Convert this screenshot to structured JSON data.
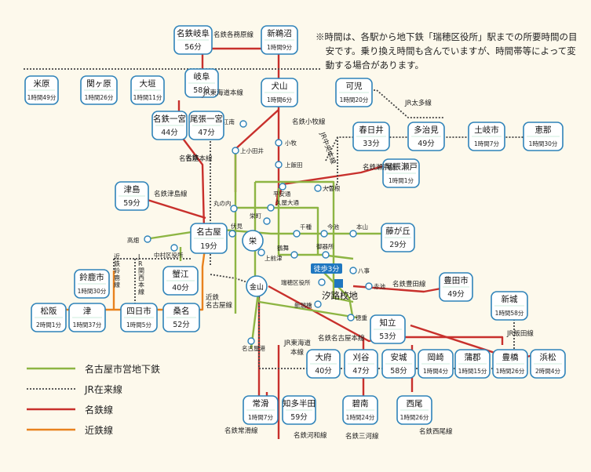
{
  "note": "※時間は、各駅から地下鉄「瑞穂区役所」駅までの所要時間の目安です。乗り換え時間も含んでいますが、時間帯等によって変動する場合があります。",
  "colors": {
    "subway": "#8db543",
    "jr": "#444444",
    "meitetsu": "#c8302c",
    "kintetsu": "#e8821e",
    "box_border": "#2f83b9",
    "school": "#1f77c0"
  },
  "stations": [
    {
      "id": "yonebara",
      "name": "米原",
      "time": "1時間49分"
    },
    {
      "id": "sekigahara",
      "name": "関ヶ原",
      "time": "1時間26分"
    },
    {
      "id": "ogaki",
      "name": "大垣",
      "time": "1時間11分"
    },
    {
      "id": "meitetsu_gifu",
      "name": "名鉄岐阜",
      "time": "56分"
    },
    {
      "id": "shinunuma",
      "name": "新鵜沼",
      "time": "1時間9分"
    },
    {
      "id": "gifu",
      "name": "岐阜",
      "time": "58分"
    },
    {
      "id": "inuyama",
      "name": "犬山",
      "time": "1時間6分"
    },
    {
      "id": "kani",
      "name": "可児",
      "time": "1時間20分"
    },
    {
      "id": "meitetsu_ichinomiya",
      "name": "名鉄一宮",
      "time": "44分"
    },
    {
      "id": "owari_ichinomiya",
      "name": "尾張一宮",
      "time": "47分"
    },
    {
      "id": "kasugai",
      "name": "春日井",
      "time": "33分"
    },
    {
      "id": "tajimi",
      "name": "多治見",
      "time": "49分"
    },
    {
      "id": "tokishi",
      "name": "土岐市",
      "time": "1時間7分"
    },
    {
      "id": "ena",
      "name": "恵那",
      "time": "1時間30分"
    },
    {
      "id": "owari_seto",
      "name": "尾張瀬戸",
      "time": "1時間1分"
    },
    {
      "id": "tsushima",
      "name": "津島",
      "time": "59分"
    },
    {
      "id": "nagoya",
      "name": "名古屋",
      "time": "19分"
    },
    {
      "id": "fujigaoka",
      "name": "藤が丘",
      "time": "29分"
    },
    {
      "id": "suzukashi",
      "name": "鈴鹿市",
      "time": "1時間30分"
    },
    {
      "id": "kanie",
      "name": "蟹江",
      "time": "40分"
    },
    {
      "id": "toyotashi",
      "name": "豊田市",
      "time": "49分"
    },
    {
      "id": "shinshiro",
      "name": "新城",
      "time": "1時間58分"
    },
    {
      "id": "matsusaka",
      "name": "松阪",
      "time": "2時間1分"
    },
    {
      "id": "tsu",
      "name": "津",
      "time": "1時間37分"
    },
    {
      "id": "yokkaichi",
      "name": "四日市",
      "time": "1時間5分"
    },
    {
      "id": "kuwana",
      "name": "桑名",
      "time": "52分"
    },
    {
      "id": "chiryu",
      "name": "知立",
      "time": "53分"
    },
    {
      "id": "obu",
      "name": "大府",
      "time": "40分"
    },
    {
      "id": "kariya",
      "name": "刈谷",
      "time": "47分"
    },
    {
      "id": "anjo",
      "name": "安城",
      "time": "58分"
    },
    {
      "id": "okazaki",
      "name": "岡崎",
      "time": "1時間4分"
    },
    {
      "id": "gamagori",
      "name": "蒲郡",
      "time": "1時間15分"
    },
    {
      "id": "toyohashi",
      "name": "豊橋",
      "time": "1時間26分"
    },
    {
      "id": "hamamatsu",
      "name": "浜松",
      "time": "2時間4分"
    },
    {
      "id": "tokoname",
      "name": "常滑",
      "time": "1時間7分"
    },
    {
      "id": "chitahanda",
      "name": "知多半田",
      "time": "59分"
    },
    {
      "id": "hekinan",
      "name": "碧南",
      "time": "1時間24分"
    },
    {
      "id": "nishio",
      "name": "西尾",
      "time": "1時間26分"
    },
    {
      "id": "sakae",
      "name": "栄",
      "time": ""
    },
    {
      "id": "kanayama",
      "name": "金山",
      "time": ""
    }
  ],
  "minor_stations": [
    "江南",
    "小牧",
    "上飯田",
    "上小田井",
    "平安通",
    "大曽根",
    "丸の内",
    "久屋大通",
    "栄町",
    "伏見",
    "千種",
    "今池",
    "本山",
    "高畑",
    "中村区役所",
    "上前津",
    "鶴舞",
    "御器所",
    "八事",
    "赤池",
    "瑞穂区役所",
    "新瑞橋",
    "名古屋港",
    "徳重"
  ],
  "line_labels": [
    "名鉄各務原線",
    "JR東海道本線",
    "名鉄小牧線",
    "名鉄名古屋本線",
    "名鉄津島線",
    "JR中央本線",
    "名鉄瀬戸線",
    "JR太多線",
    "名鉄豊田線",
    "JR関西本線",
    "近鉄鈴鹿線",
    "近鉄名古屋線",
    "JR東海道本線",
    "名鉄名古屋本線",
    "JR飯田線",
    "名鉄常滑線",
    "名鉄河和線",
    "名鉄三河線",
    "名鉄西尾線"
  ],
  "walk": "徒歩3分",
  "school": "汐路校地",
  "legend": [
    {
      "label": "名古屋市営地下鉄",
      "color": "#8db543",
      "dash": false
    },
    {
      "label": "JR在来線",
      "color": "#444444",
      "dash": true
    },
    {
      "label": "名鉄線",
      "color": "#c8302c",
      "dash": false
    },
    {
      "label": "近鉄線",
      "color": "#e8821e",
      "dash": false
    }
  ]
}
